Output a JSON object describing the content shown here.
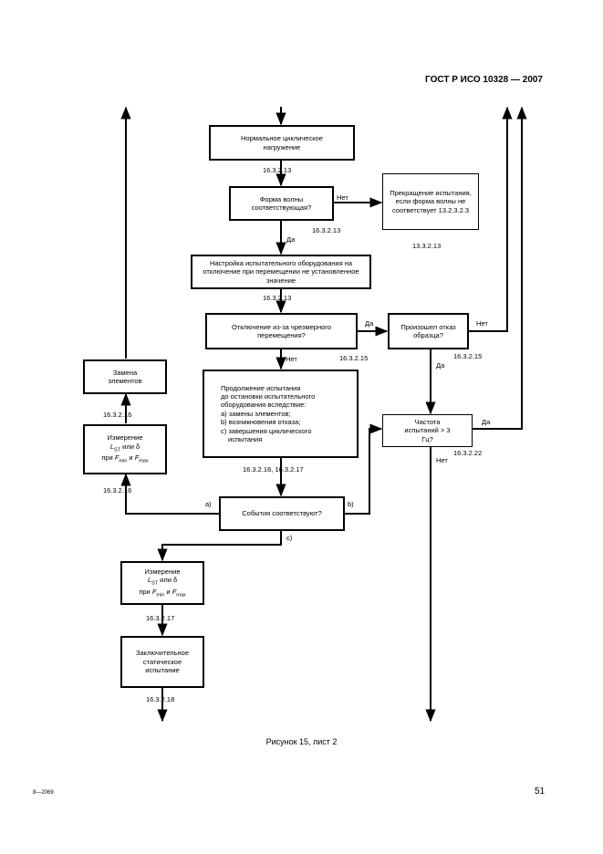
{
  "header": "ГОСТ Р ИСО 10328 — 2007",
  "boxes": {
    "b1": "Нормальное циклическое нагружение",
    "b2": "Форма волны соответствующая?",
    "b3": "Прекращение испытания, если форма волны не соответствует 13.2.3.2.3",
    "b4": "Настройка испытательного оборудования на отключение при перемещении не установленное значение",
    "b5": "Отключение из-за чрезмерного перемещения?",
    "b6": "Произошел отказ образца?",
    "b7": "Замена элементов",
    "b8_lines": [
      "Продолжение испытания",
      "до остановки испытательного",
      "оборудования вследствие:",
      "а) замены элементов;",
      "b) возникновения отказа;",
      "с) завершения циклического",
      "испытания"
    ],
    "b9": "Частота испытаний > 3 Гц?",
    "b10_a": "Измерение",
    "b10_b": "или δ",
    "b10_c": "при",
    "b10_d": "и",
    "b11": "События соответствуют?",
    "b13": "Заключительное статическое испытание"
  },
  "symbols": {
    "lst": "L",
    "lst_sub": "ST",
    "fmin": "F",
    "fmin_sub": "min",
    "fmax": "F",
    "fmax_sub": "max"
  },
  "refs": {
    "r1": "16.3.2.13",
    "r2": "16.3.2.13",
    "r3": "13.3.2.13",
    "r4": "16.3.2.13",
    "r5": "16.3.2.15",
    "r6": "16.3.2.15",
    "r7": "16.3.2.16",
    "r8": "16.3.2.16",
    "r9": "16.3.2.22",
    "r10": "16.3.2.16, 16.3.2.17",
    "r11": "16.3.2.17",
    "r12": "16.3.2.18"
  },
  "labels": {
    "no1": "Нет",
    "yes1": "Да",
    "yes2": "Да",
    "no2": "Нет",
    "no3": "Нет",
    "yes3": "Да",
    "yes4": "Да",
    "no4": "Нет",
    "a": "а)",
    "b": "b)",
    "c": "с)"
  },
  "caption": "Рисунок 15, лист 2",
  "footer_left": "8—2069",
  "page_number": "51"
}
